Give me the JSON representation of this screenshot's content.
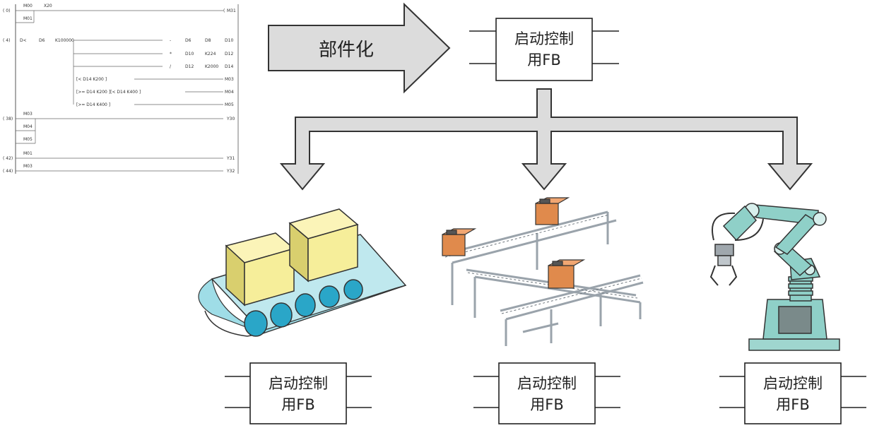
{
  "arrow_label": "部件化",
  "fb_main": {
    "line1": "启动控制",
    "line2": "用FB"
  },
  "fb_instances": [
    {
      "line1": "启动控制",
      "line2": "用FB"
    },
    {
      "line1": "启动控制",
      "line2": "用FB"
    },
    {
      "line1": "启动控制",
      "line2": "用FB"
    }
  ],
  "ladder": {
    "step_numbers": [
      "( 0)",
      "( 4)",
      "( 38)",
      "( 42)",
      "( 44)"
    ],
    "contacts": [
      "M00",
      "X20",
      "M01",
      "M03",
      "M04",
      "M05",
      "M01",
      "M03"
    ],
    "compare_main": {
      "op": "D<",
      "a": "D6",
      "b": "K100000"
    },
    "ops": [
      {
        "op": "-",
        "a": "D6",
        "b": "D8",
        "dst": "D10"
      },
      {
        "op": "*",
        "a": "D10",
        "b": "K224",
        "dst": "D12"
      },
      {
        "op": "/",
        "a": "D12",
        "b": "K2000",
        "dst": "D14"
      }
    ],
    "compares": [
      {
        "text": "[<   D14   K200 ]",
        "coil": "M03"
      },
      {
        "text": "[>=  D14   K200 ][<  D14  K400 ]",
        "coil": "M04"
      },
      {
        "text": "[>=  D14   K400 ]",
        "coil": "M05"
      }
    ],
    "coils": [
      "M31",
      "Y30",
      "Y31",
      "Y32"
    ]
  },
  "colors": {
    "arrow_fill": "#dcdcdc",
    "box_yellow": "#f6ee9a",
    "belt_light": "#bfe8ee",
    "roller": "#2aa6c8",
    "motor_orange": "#e08a4c",
    "robot_teal": "#8fd0c8"
  }
}
